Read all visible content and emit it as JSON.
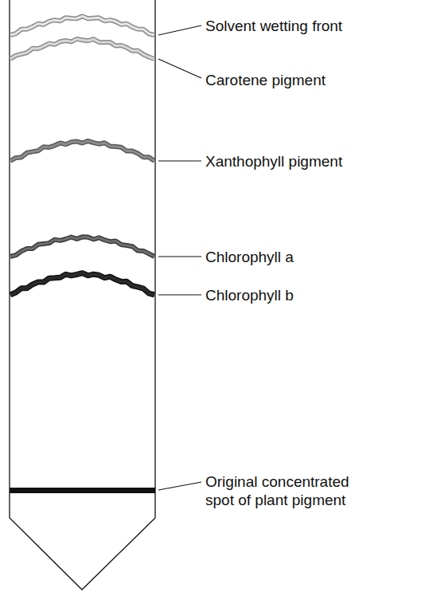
{
  "diagram": {
    "labels": [
      "Solvent wetting front",
      "Carotene pigment",
      "Xanthophyll pigment",
      "Chlorophyll a",
      "Chlorophyll b",
      "Original concentrated spot of plant pigment"
    ]
  }
}
